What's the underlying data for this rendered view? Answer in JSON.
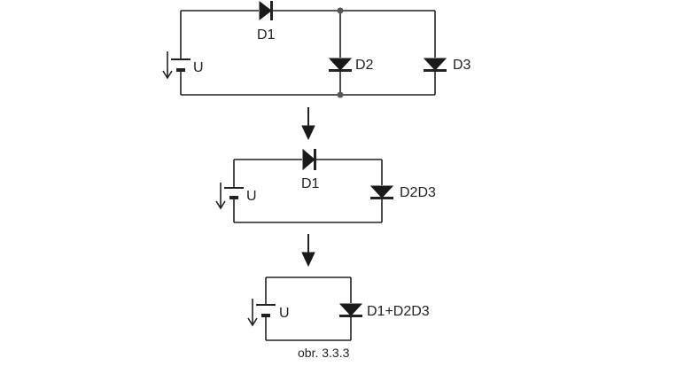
{
  "colors": {
    "line": "#222222",
    "component": "#1a1a1a",
    "node": "#555555",
    "background": "#ffffff"
  },
  "circuit1": {
    "d1_label": "D1",
    "d2_label": "D2",
    "d3_label": "D3",
    "source_label": "U"
  },
  "circuit2": {
    "d1_label": "D1",
    "d23_label": "D2D3",
    "source_label": "U"
  },
  "circuit3": {
    "combined_label": "D1+D2D3",
    "source_label": "U"
  },
  "caption": "obr. 3.3.3"
}
